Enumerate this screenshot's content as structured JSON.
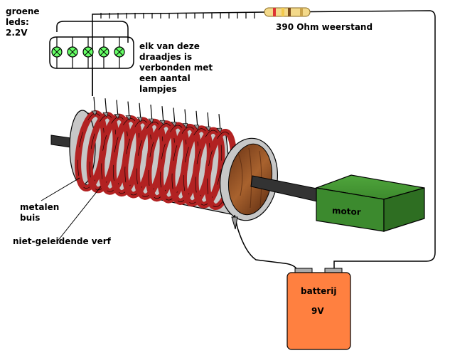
{
  "labels": {
    "leds": "groene leds: 2.2V",
    "wires": "elk van deze draadjes is verbonden met een aantal lampjes",
    "resistor": "390 Ohm weerstand",
    "tube": "metalen buis",
    "paint": "niet-geleidende verf",
    "motor": "motor",
    "battery": "batterij",
    "voltage": "9V"
  },
  "leds": {
    "count": 5,
    "color": "#66ff66"
  },
  "contact_wires": {
    "count": 12
  },
  "colors": {
    "led_green": "#66ff66",
    "paint_red": "#b22222",
    "metal_tube": "#c0c0c0",
    "motor_green": "#3c8a2e",
    "battery_orange": "#ff8040",
    "wood_end": "#8b4a22",
    "axle": "#333333"
  },
  "icons": [
    "led-symbol-icon",
    "resistor-icon",
    "battery-terminal-icon"
  ]
}
